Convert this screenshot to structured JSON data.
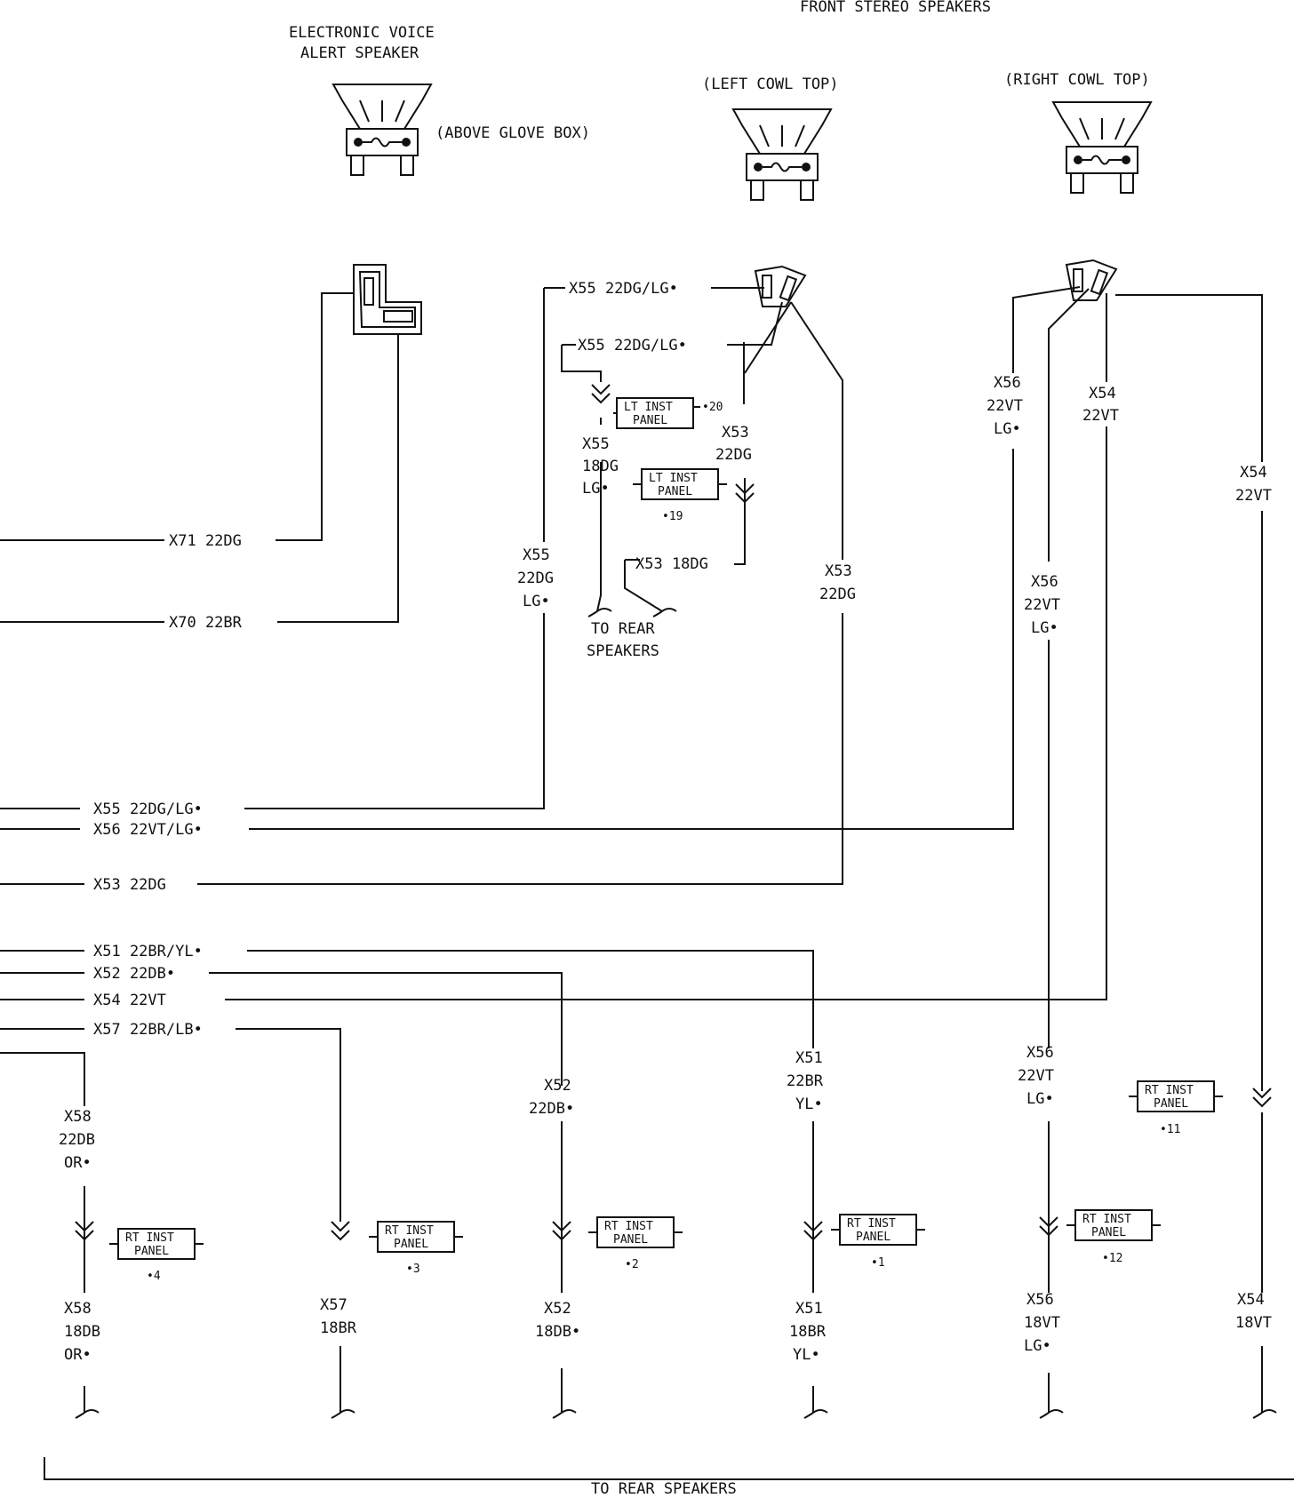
{
  "titles": {
    "front_speakers": "FRONT STEREO SPEAKERS",
    "eva_line1": "ELECTRONIC VOICE",
    "eva_line2": "ALERT SPEAKER",
    "above_glove": "(ABOVE GLOVE BOX)",
    "left_cowl": "(LEFT COWL TOP)",
    "right_cowl": "(RIGHT COWL TOP)",
    "rear_mid_1": "TO REAR",
    "rear_mid_2": "SPEAKERS",
    "rear_bottom": "TO REAR SPEAKERS"
  },
  "wires": {
    "x71": "X71 22DG",
    "x70": "X70 22BR",
    "x55_top": "X55 22DG/LG•",
    "x55_mid": "X55 22DG/LG•",
    "x55_18": [
      "X55",
      "18DG",
      "LG•"
    ],
    "x53_up": [
      "X53",
      "22DG"
    ],
    "x53_18": "X53 18DG",
    "x55_vert": [
      "X55",
      "22DG",
      "LG•"
    ],
    "x53_vert": [
      "X53",
      "22DG"
    ],
    "x56_up": [
      "X56",
      "22VT",
      "LG•"
    ],
    "x54_up": [
      "X54",
      "22VT"
    ],
    "x54_right": [
      "X54",
      "22VT"
    ],
    "x56_mid": [
      "X56",
      "22VT",
      "LG•"
    ],
    "h_x55": "X55 22DG/LG•",
    "h_x56": "X56 22VT/LG•",
    "h_x53": "X53 22DG",
    "h_x51": "X51 22BR/YL•",
    "h_x52": "X52 22DB•",
    "h_x54": "X54 22VT",
    "h_x57": "X57 22BR/LB•",
    "d_x58": [
      "X58",
      "22DB",
      "OR•"
    ],
    "d_x52": [
      "X52",
      "22DB•"
    ],
    "d_x51": [
      "X51",
      "22BR",
      "YL•"
    ],
    "d_x56": [
      "X56",
      "22VT",
      "LG•"
    ],
    "b_x58": [
      "X58",
      "18DB",
      "OR•"
    ],
    "b_x57": [
      "X57",
      "18BR"
    ],
    "b_x52": [
      "X52",
      "18DB•"
    ],
    "b_x51": [
      "X51",
      "18BR",
      "YL•"
    ],
    "b_x56": [
      "X56",
      "18VT",
      "LG•"
    ],
    "b_x54": [
      "X54",
      "18VT"
    ]
  },
  "connectors": {
    "lt20": {
      "line1": "LT INST",
      "line2": "PANEL",
      "pin": "•20"
    },
    "lt19": {
      "line1": "LT INST",
      "line2": "PANEL",
      "pin": "•19"
    },
    "rt4": {
      "line1": "RT INST",
      "line2": "PANEL",
      "pin": "•4"
    },
    "rt3": {
      "line1": "RT INST",
      "line2": "PANEL",
      "pin": "•3"
    },
    "rt2": {
      "line1": "RT INST",
      "line2": "PANEL",
      "pin": "•2"
    },
    "rt1": {
      "line1": "RT INST",
      "line2": "PANEL",
      "pin": "•1"
    },
    "rt12": {
      "line1": "RT INST",
      "line2": "PANEL",
      "pin": "•12"
    },
    "rt11": {
      "line1": "RT INST",
      "line2": "PANEL",
      "pin": "•11"
    }
  }
}
